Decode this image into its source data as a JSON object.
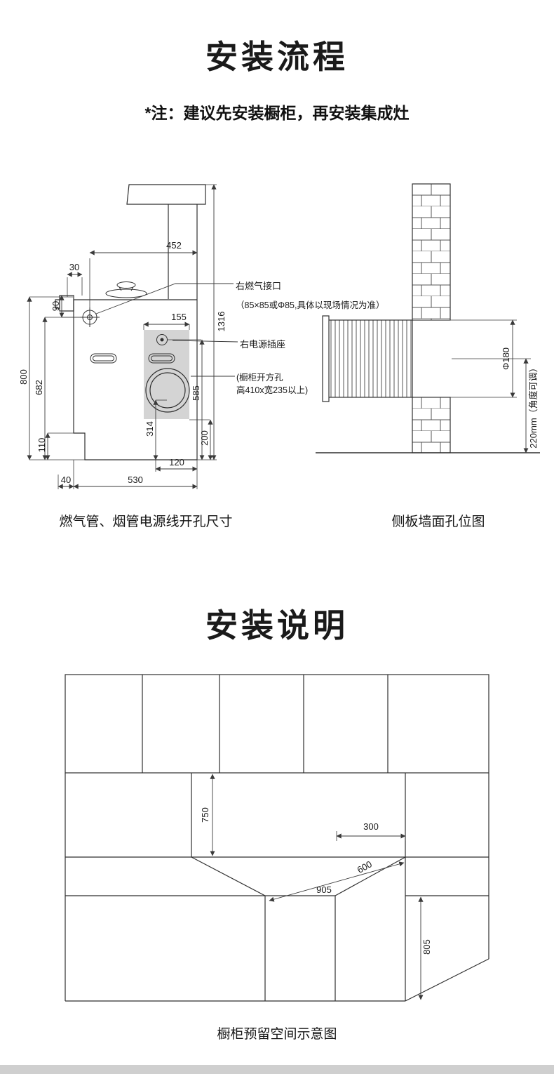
{
  "page": {
    "title_top": "安装流程",
    "note": "*注：建议先安装橱柜，再安装集成灶",
    "caption_left": "燃气管、烟管电源线开孔尺寸",
    "caption_right": "侧板墙面孔位图",
    "title_mid": "安装说明",
    "caption_bottom": "橱柜预留空间示意图"
  },
  "stove": {
    "dims": {
      "d452": "452",
      "d30": "30",
      "d90": "90",
      "d800": "800",
      "d682": "682",
      "d110": "110",
      "d155": "155",
      "d1316": "1316",
      "d585": "585",
      "d200": "200",
      "d314": "314",
      "d120": "120",
      "d40": "40",
      "d530": "530"
    },
    "labels": {
      "gas_port": "右燃气接口",
      "gas_port_note": "（85×85或Φ85,具体以现场情况为准）",
      "power_socket": "右电源插座",
      "cabinet_hole_1": "(橱柜开方孔",
      "cabinet_hole_2": "高410x宽235以上)"
    }
  },
  "wall": {
    "dims": {
      "d_phi180": "Φ180",
      "d220": "220mm（角度可调）"
    }
  },
  "cabinet": {
    "dims": {
      "d750": "750",
      "d300": "300",
      "d600": "600",
      "d905": "905",
      "d805": "805"
    }
  }
}
